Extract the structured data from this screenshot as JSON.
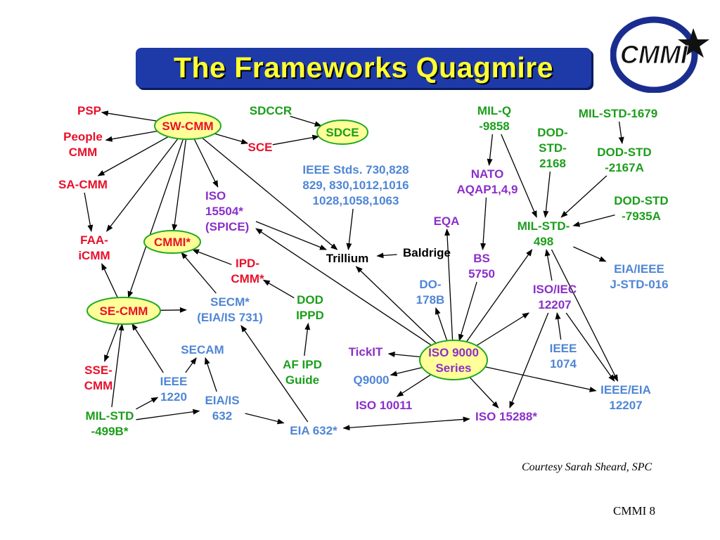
{
  "title": "The Frameworks Quagmire",
  "logo_text": "CMMI",
  "courtesy": "Courtesy Sarah Sheard, SPC",
  "slide_number": "CMMI 8",
  "colors": {
    "red": "#e8102a",
    "green": "#1b9e1b",
    "blue": "#4f86d6",
    "purple": "#8b2fc9",
    "black": "#000000",
    "ellipse_fill": "#ffff99",
    "ellipse_stroke": "#22aa22",
    "title_bg": "#1e3aa8",
    "title_text": "#ffff33"
  },
  "nodes": [
    {
      "id": "psp",
      "lines": [
        "PSP"
      ],
      "color": "red"
    },
    {
      "id": "people-cmm",
      "lines": [
        "People",
        "CMM"
      ],
      "color": "red"
    },
    {
      "id": "sw-cmm",
      "lines": [
        "SW-CMM"
      ],
      "color": "red",
      "ellipse": true
    },
    {
      "id": "sdccr",
      "lines": [
        "SDCCR"
      ],
      "color": "green"
    },
    {
      "id": "sdce",
      "lines": [
        "SDCE"
      ],
      "color": "green",
      "ellipse": true
    },
    {
      "id": "sce",
      "lines": [
        "SCE"
      ],
      "color": "red"
    },
    {
      "id": "sa-cmm",
      "lines": [
        "SA-CMM"
      ],
      "color": "red"
    },
    {
      "id": "ieee-stds",
      "lines": [
        "IEEE Stds.  730,828",
        "829, 830,1012,1016",
        "1028,1058,1063"
      ],
      "color": "blue"
    },
    {
      "id": "iso-15504",
      "lines": [
        "ISO",
        "15504*",
        "(SPICE)"
      ],
      "color": "purple"
    },
    {
      "id": "faa-icmm",
      "lines": [
        "FAA-",
        "iCMM"
      ],
      "color": "red"
    },
    {
      "id": "cmmi",
      "lines": [
        "CMMI*"
      ],
      "color": "red",
      "ellipse": true
    },
    {
      "id": "ipd-cmm",
      "lines": [
        "IPD-",
        "CMM*"
      ],
      "color": "red"
    },
    {
      "id": "trillium",
      "lines": [
        "Trillium"
      ],
      "color": "black"
    },
    {
      "id": "baldrige",
      "lines": [
        "Baldrige"
      ],
      "color": "black"
    },
    {
      "id": "eqa",
      "lines": [
        "EQA"
      ],
      "color": "purple"
    },
    {
      "id": "mil-q-9858",
      "lines": [
        "MIL-Q",
        "-9858"
      ],
      "color": "green"
    },
    {
      "id": "nato-aqap",
      "lines": [
        "NATO",
        "AQAP1,4,9"
      ],
      "color": "purple"
    },
    {
      "id": "mil-std-1679",
      "lines": [
        "MIL-STD-1679"
      ],
      "color": "green"
    },
    {
      "id": "dod-std-2168",
      "lines": [
        "DOD-",
        "STD-",
        "2168"
      ],
      "color": "green"
    },
    {
      "id": "dod-std-2167a",
      "lines": [
        "DOD-STD",
        "-2167A"
      ],
      "color": "green"
    },
    {
      "id": "dod-std-7935a",
      "lines": [
        "DOD-STD",
        "-7935A"
      ],
      "color": "green"
    },
    {
      "id": "mil-std-498",
      "lines": [
        "MIL-STD-",
        "498"
      ],
      "color": "green"
    },
    {
      "id": "bs-5750",
      "lines": [
        "BS",
        "5750"
      ],
      "color": "purple"
    },
    {
      "id": "eia-ieee-j-std-016",
      "lines": [
        "EIA/IEEE",
        "J-STD-016"
      ],
      "color": "blue"
    },
    {
      "id": "iso-iec-12207",
      "lines": [
        "ISO/IEC",
        "12207"
      ],
      "color": "purple"
    },
    {
      "id": "do-178b",
      "lines": [
        "DO-",
        "178B"
      ],
      "color": "blue"
    },
    {
      "id": "se-cmm",
      "lines": [
        "SE-CMM"
      ],
      "color": "red",
      "ellipse": true
    },
    {
      "id": "secm",
      "lines": [
        "SECM*",
        "(EIA/IS 731)"
      ],
      "color": "blue"
    },
    {
      "id": "dod-ippd",
      "lines": [
        "DOD",
        "IPPD"
      ],
      "color": "green"
    },
    {
      "id": "secam",
      "lines": [
        "SECAM"
      ],
      "color": "blue"
    },
    {
      "id": "tickit",
      "lines": [
        "TickIT"
      ],
      "color": "purple"
    },
    {
      "id": "iso-9000",
      "lines": [
        "ISO 9000",
        "Series"
      ],
      "color": "purple",
      "ellipse": true
    },
    {
      "id": "ieee-1074",
      "lines": [
        "IEEE",
        "1074"
      ],
      "color": "blue"
    },
    {
      "id": "sse-cmm",
      "lines": [
        "SSE-",
        "CMM"
      ],
      "color": "red"
    },
    {
      "id": "ieee-1220",
      "lines": [
        "IEEE",
        "1220"
      ],
      "color": "blue"
    },
    {
      "id": "af-ipd-guide",
      "lines": [
        "AF IPD",
        "Guide"
      ],
      "color": "green"
    },
    {
      "id": "q9000",
      "lines": [
        "Q9000"
      ],
      "color": "blue"
    },
    {
      "id": "ieee-eia-12207",
      "lines": [
        "IEEE/EIA",
        "12207"
      ],
      "color": "blue"
    },
    {
      "id": "eia-is-632",
      "lines": [
        "EIA/IS",
        "632"
      ],
      "color": "blue"
    },
    {
      "id": "iso-10011",
      "lines": [
        "ISO 10011"
      ],
      "color": "purple"
    },
    {
      "id": "mil-std-499b",
      "lines": [
        "MIL-STD",
        "-499B*"
      ],
      "color": "green"
    },
    {
      "id": "eia-632",
      "lines": [
        "EIA 632*"
      ],
      "color": "blue"
    },
    {
      "id": "iso-15288",
      "lines": [
        "ISO 15288*"
      ],
      "color": "purple"
    }
  ],
  "edges": [
    {
      "from": "sw-cmm",
      "to": "psp"
    },
    {
      "from": "sw-cmm",
      "to": "people-cmm"
    },
    {
      "from": "sw-cmm",
      "to": "sce"
    },
    {
      "from": "sw-cmm",
      "to": "sa-cmm"
    },
    {
      "from": "sw-cmm",
      "to": "faa-icmm"
    },
    {
      "from": "sw-cmm",
      "to": "cmmi"
    },
    {
      "from": "sw-cmm",
      "to": "iso-15504"
    },
    {
      "from": "sw-cmm",
      "to": "trillium"
    },
    {
      "from": "sw-cmm",
      "to": "se-cmm"
    },
    {
      "from": "sdccr",
      "to": "sdce"
    },
    {
      "from": "sce",
      "to": "sdce"
    },
    {
      "from": "sa-cmm",
      "to": "faa-icmm"
    },
    {
      "from": "se-cmm",
      "to": "faa-icmm"
    },
    {
      "from": "iso-15504",
      "to": "trillium"
    },
    {
      "from": "ieee-stds",
      "to": "trillium"
    },
    {
      "from": "baldrige",
      "to": "trillium"
    },
    {
      "from": "mil-q-9858",
      "to": "nato-aqap"
    },
    {
      "from": "mil-q-9858",
      "to": "mil-std-498"
    },
    {
      "from": "nato-aqap",
      "to": "bs-5750"
    },
    {
      "from": "mil-std-1679",
      "to": "dod-std-2167a"
    },
    {
      "from": "dod-std-2168",
      "to": "mil-std-498"
    },
    {
      "from": "dod-std-2167a",
      "to": "mil-std-498"
    },
    {
      "from": "dod-std-7935a",
      "to": "mil-std-498"
    },
    {
      "from": "mil-std-498",
      "to": "eia-ieee-j-std-016"
    },
    {
      "from": "mil-std-498",
      "to": "ieee-eia-12207"
    },
    {
      "from": "iso-iec-12207",
      "to": "mil-std-498"
    },
    {
      "from": "iso-iec-12207",
      "to": "ieee-eia-12207"
    },
    {
      "from": "iso-iec-12207",
      "to": "iso-15288"
    },
    {
      "from": "ieee-1074",
      "to": "iso-iec-12207"
    },
    {
      "from": "secm",
      "to": "cmmi"
    },
    {
      "from": "ipd-cmm",
      "to": "cmmi"
    },
    {
      "from": "dod-ippd",
      "to": "ipd-cmm"
    },
    {
      "from": "af-ipd-guide",
      "to": "dod-ippd"
    },
    {
      "from": "se-cmm",
      "to": "secm"
    },
    {
      "from": "se-cmm",
      "to": "sse-cmm"
    },
    {
      "from": "ieee-1220",
      "to": "se-cmm"
    },
    {
      "from": "ieee-1220",
      "to": "secam"
    },
    {
      "from": "mil-std-499b",
      "to": "se-cmm"
    },
    {
      "from": "mil-std-499b",
      "to": "ieee-1220"
    },
    {
      "from": "mil-std-499b",
      "to": "eia-is-632"
    },
    {
      "from": "eia-is-632",
      "to": "secam"
    },
    {
      "from": "eia-is-632",
      "to": "eia-632"
    },
    {
      "from": "eia-632",
      "to": "secm"
    },
    {
      "from": "eia-632",
      "to": "iso-15288",
      "bidirectional": true
    },
    {
      "from": "iso-9000",
      "to": "tickit"
    },
    {
      "from": "iso-9000",
      "to": "q9000"
    },
    {
      "from": "iso-9000",
      "to": "iso-10011"
    },
    {
      "from": "iso-9000",
      "to": "trillium"
    },
    {
      "from": "iso-9000",
      "to": "iso-15504"
    },
    {
      "from": "iso-9000",
      "to": "eqa"
    },
    {
      "from": "iso-9000",
      "to": "do-178b"
    },
    {
      "from": "iso-9000",
      "to": "iso-15288"
    },
    {
      "from": "iso-9000",
      "to": "iso-iec-12207"
    },
    {
      "from": "iso-9000",
      "to": "mil-std-498"
    },
    {
      "from": "iso-9000",
      "to": "ieee-eia-12207"
    },
    {
      "from": "bs-5750",
      "to": "iso-9000"
    }
  ]
}
